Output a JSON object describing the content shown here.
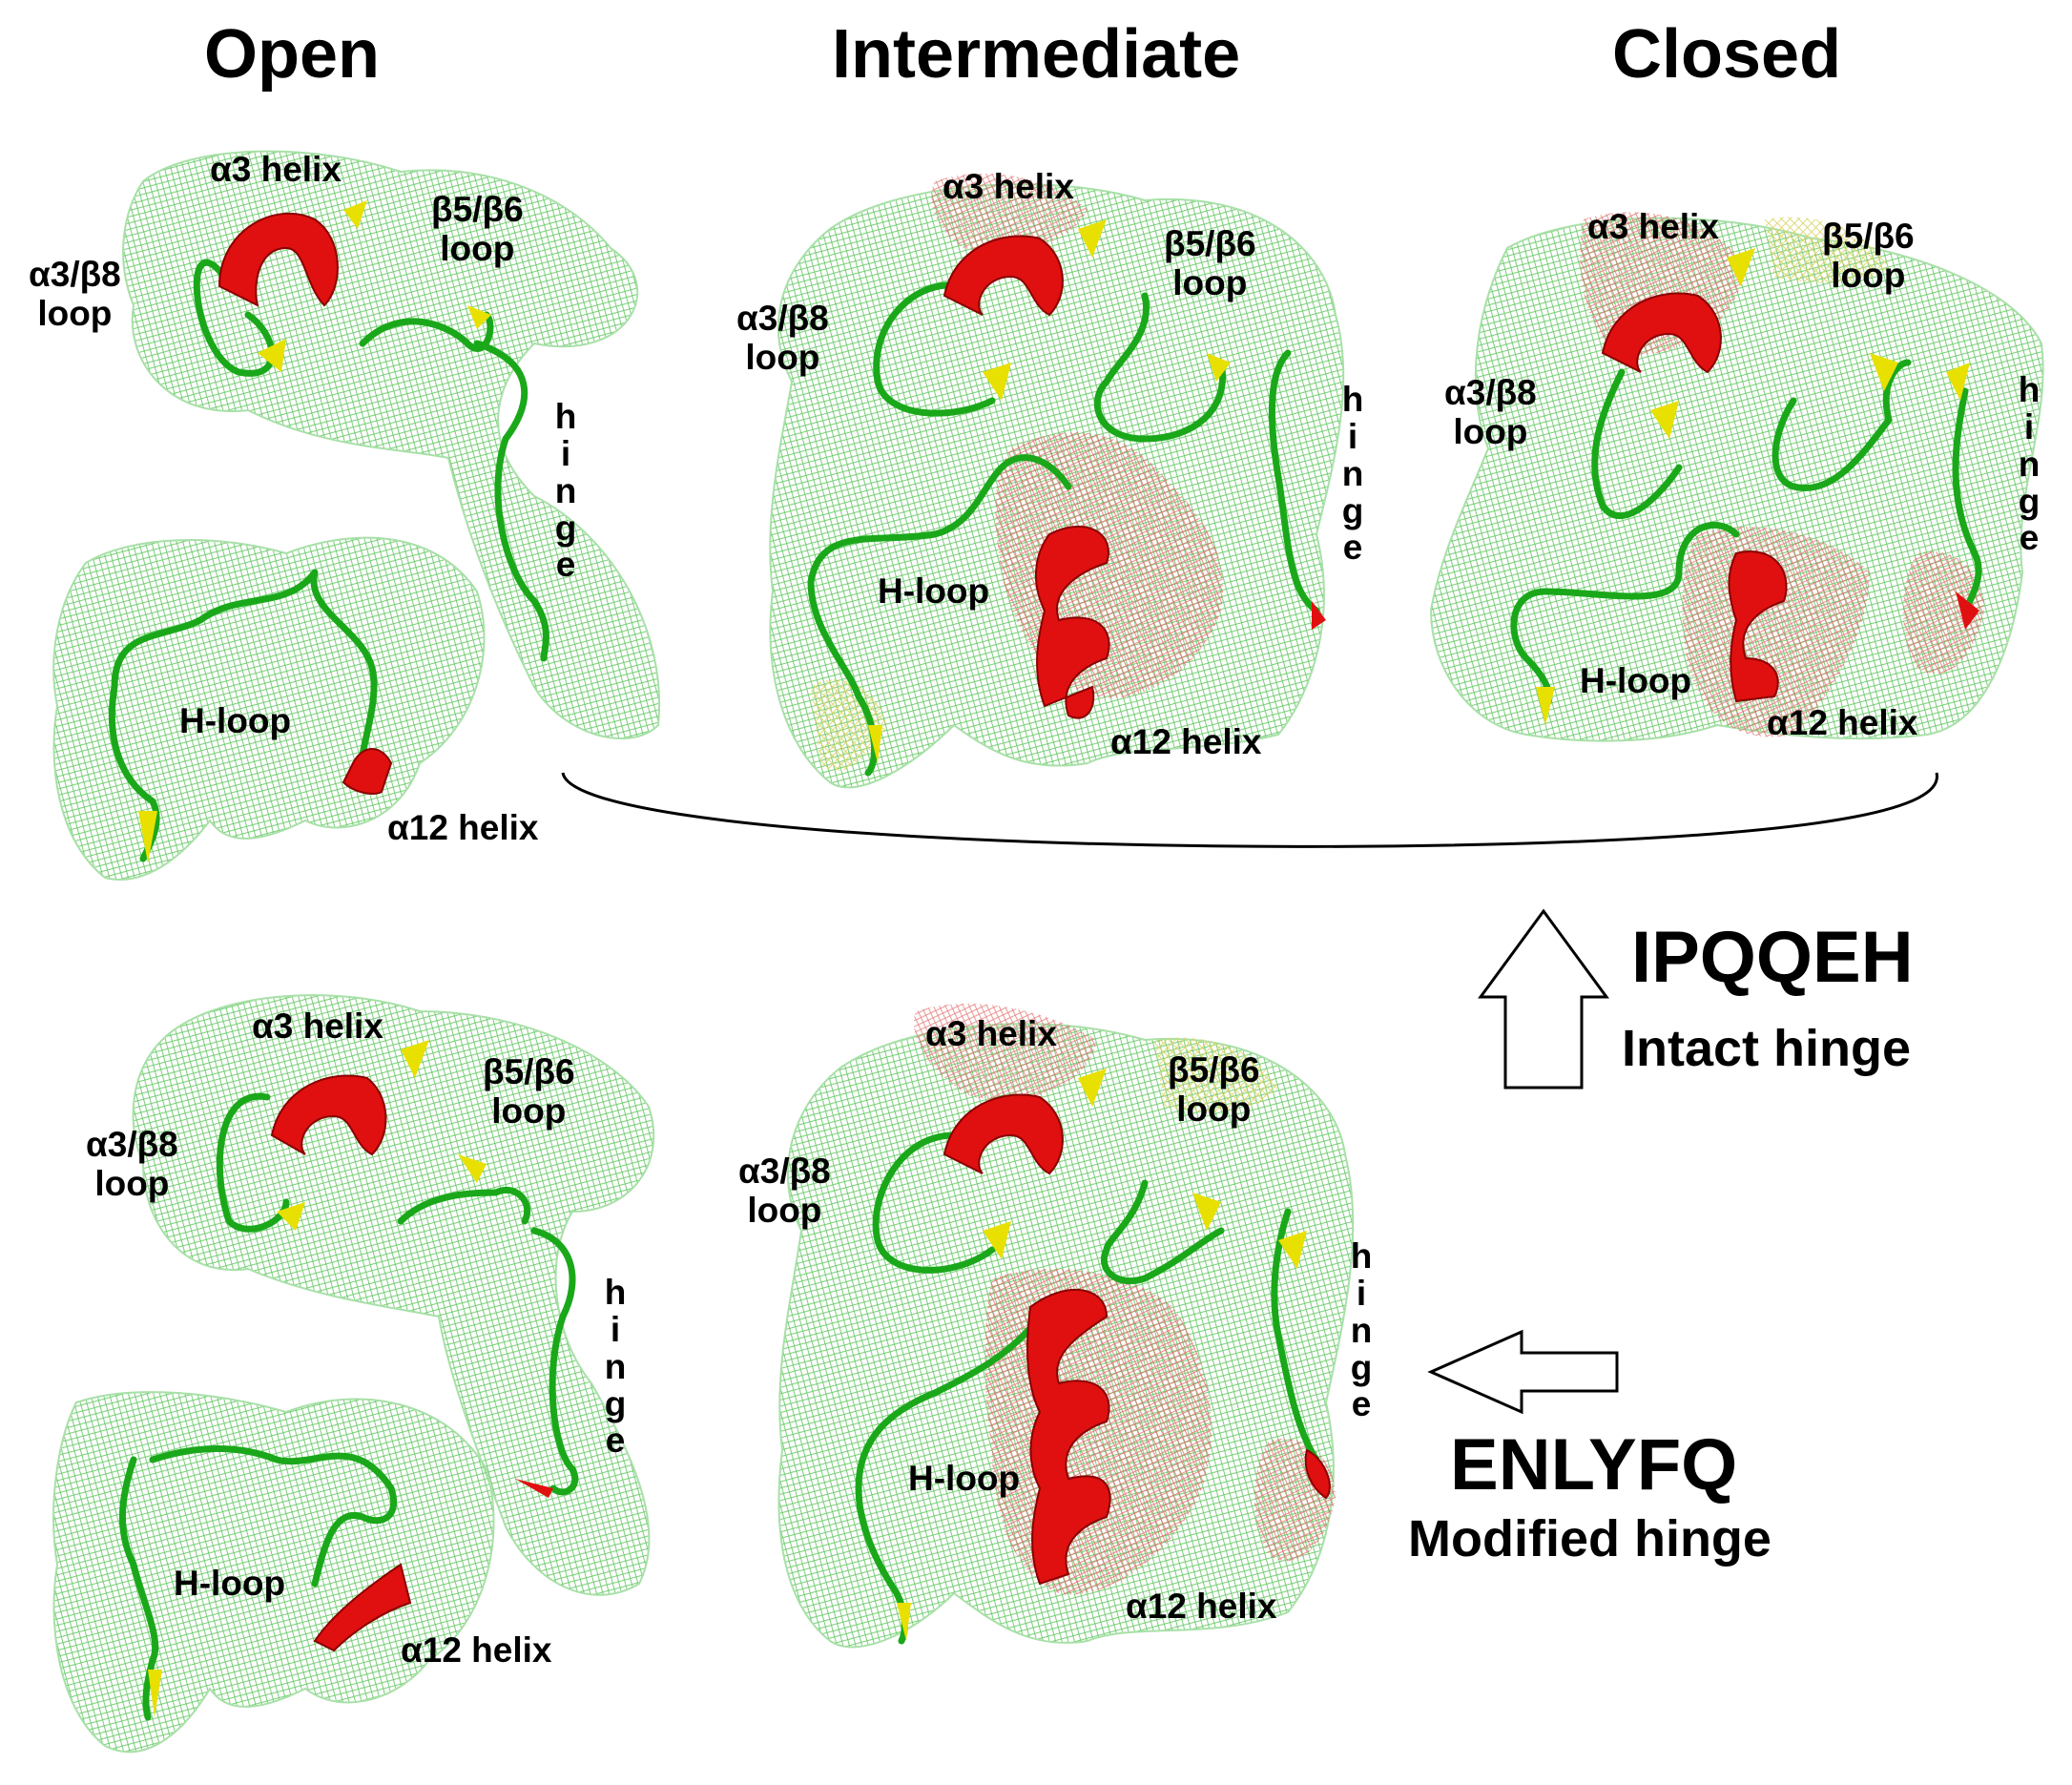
{
  "columns": {
    "open": "Open",
    "intermediate": "Intermediate",
    "closed": "Closed"
  },
  "labels": {
    "a3_helix": "α3 helix",
    "a3_b8": "α3/β8",
    "b5_b6": "β5/β6",
    "loop": "loop",
    "hinge_letters": [
      "h",
      "i",
      "n",
      "g",
      "e"
    ],
    "h_loop": "H-loop",
    "a12_helix": "α12 helix"
  },
  "hinges": {
    "intact_seq": "IPQQEH",
    "intact_desc": "Intact hinge",
    "modified_seq": "ENLYFQ",
    "modified_desc": "Modified hinge"
  },
  "colors": {
    "mesh_green": "#7fd37f",
    "mesh_red": "#e88080",
    "mesh_yellow": "#e8e080",
    "coil_green": "#1aa81a",
    "helix_red": "#e01010",
    "strand_yellow": "#e8e000"
  }
}
